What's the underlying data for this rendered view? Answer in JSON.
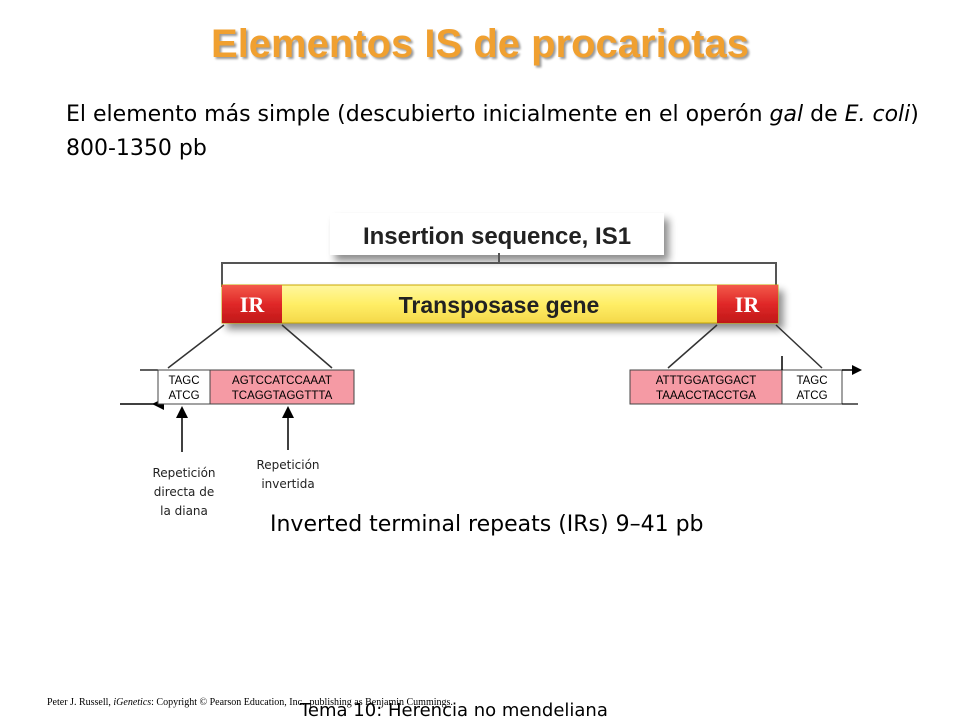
{
  "title": "Elementos IS de procariotas",
  "intro": {
    "part1": "El elemento más simple (descubierto inicialmente en el operón ",
    "gal": "gal",
    "part2": " de ",
    "ecoli": "E. coli",
    "part3": ") 800-1350 pb"
  },
  "diagram": {
    "heading": "Insertion sequence, IS1",
    "ir_label": "IR",
    "gene_label": "Transposase gene",
    "left_target": [
      "TAGC",
      "ATCG"
    ],
    "left_ir": [
      "AGTCCATCCAAAT",
      "TCAGGTAGGTTTA"
    ],
    "right_ir": [
      "ATTTGGATGGACT",
      "TAAACCTACCTGA"
    ],
    "right_target": [
      "TAGC",
      "ATCG"
    ],
    "label_direct": [
      "Repetición",
      "directa de",
      "la diana"
    ],
    "label_inverted": [
      "Repetición",
      "invertida"
    ]
  },
  "subtitle": "Inverted terminal repeats (IRs) 9–41 pb",
  "footer": {
    "credit_prefix": "Peter J. Russell, ",
    "credit_book": "iGenetics",
    "credit_rest": ": Copyright © Pearson Education, Inc., publishing as Benjamin Cummings.",
    "topic": "Tema 10: Herencia no mendeliana"
  },
  "colors": {
    "title": "#f0a030",
    "ir_fill": "#e02828",
    "gene_fill": "#ffee66",
    "seq_box": "#f59aa4"
  }
}
